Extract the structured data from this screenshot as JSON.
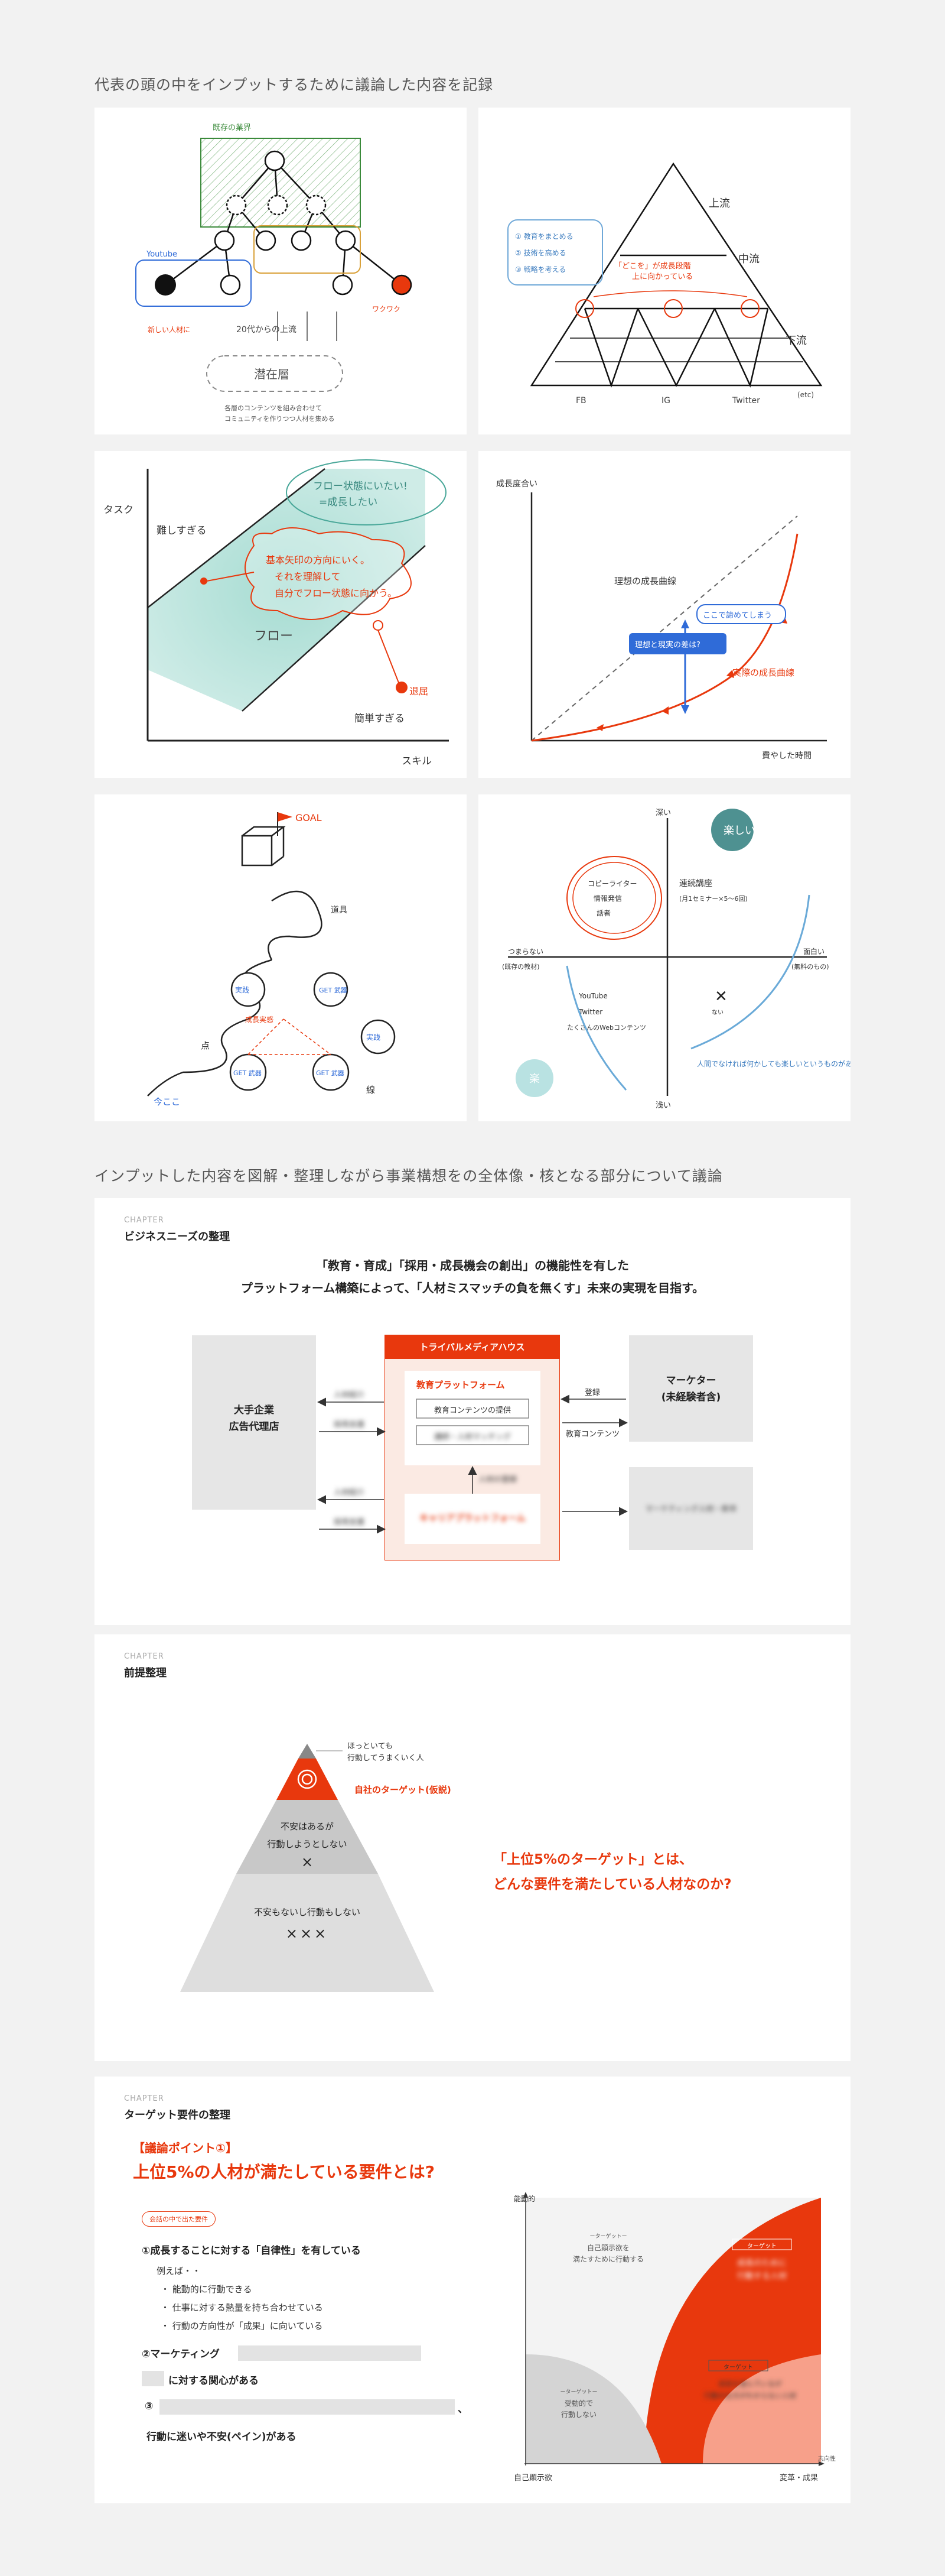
{
  "section1": {
    "title": "代表の頭の中をインプットするために議論した内容を記録"
  },
  "sketch1": {
    "box_label": "既存の業界",
    "youtube": "Youtube",
    "bottom_label": "潜在層",
    "arrow_text": "20代からの上流",
    "note_left": "新しい人材に",
    "note_right": "ワクワク",
    "caption1": "各層のコンテンツを組み合わせて",
    "caption2": "コミュニティを作りつつ人材を集める"
  },
  "sketch2": {
    "upper": "上流",
    "middle": "中流",
    "lower": "下流",
    "notes": [
      "① 教育をまとめる",
      "② 技術を高める",
      "③ 戦略を考える"
    ],
    "center": "「どこを」が成長段階",
    "center2": "上に向かっている",
    "bottom": [
      "FB",
      "IG",
      "Twitter",
      "(etc)"
    ]
  },
  "sketch3": {
    "yaxis": "タスク",
    "xaxis": "スキル",
    "hard": "難しすぎる",
    "easy": "簡単すぎる",
    "flow": "フロー",
    "bubble1": "フロー状態にいたい!",
    "bubble2": "=成長したい",
    "red1": "基本矢印の方向にいく。",
    "red2": "それを理解して",
    "red3": "自分でフロー状態に向かう。",
    "dot": "退屈"
  },
  "sketch4": {
    "yaxis": "成長度合い",
    "xaxis": "費やした時間",
    "ideal": "理想の成長曲線",
    "here": "ここで諦めてしまう",
    "gap": "理想と現実の差は?",
    "real": "実際の成長曲線"
  },
  "sketch5": {
    "goal": "GOAL",
    "tool": "道具",
    "cycles": [
      "実践",
      "GET 武器",
      "実践",
      "GET 武器",
      "GET 武器"
    ],
    "growth": "成長実感",
    "point": "点",
    "line": "線",
    "now": "今ここ"
  },
  "sketch6": {
    "top": "深い",
    "bottom": "浅い",
    "left1": "つまらない",
    "left2": "(既存の教材)",
    "right1": "面白い",
    "right2": "(無料のもの)",
    "circle": [
      "コピーライター",
      "情報発信",
      "話者"
    ],
    "upright1": "連続講座",
    "upright2": "(月1セミナー×5〜6回)",
    "leftbottom": [
      "YouTube",
      "Twitter",
      "たくさんのWebコンテンツ"
    ],
    "cross": "ない",
    "happy": "楽しい",
    "ease": "楽",
    "bottomright": "人間でなければ何かしても楽しいというものがある。"
  },
  "section2": {
    "title": "インプットした内容を図解・整理しながら事業構想をの全体像・核となる部分について議論"
  },
  "biz": {
    "chapter": "CHAPTER",
    "title": "ビジネスニーズの整理",
    "lead1": "「教育・育成」「採用・成長機会の創出」の機能性を有した",
    "lead2": "プラットフォーム構築によって、「人材ミスマッチの負を無くす」未来の実現を目指す。",
    "left_box1": "大手企業",
    "left_box2": "広告代理店",
    "center_header": "トライバルメディアハウス",
    "platform": "教育プラットフォーム",
    "content": "教育コンテンツの提供",
    "content_blur": "講師・人材マッチング",
    "lower_blur": "キャリアプラットフォーム",
    "right_box1": "マーケター",
    "right_box2": "(未経験者含)",
    "right_blur": "マーケティング人材・新卒",
    "reg": "登録",
    "content_arrow": "教育コンテンツ",
    "blur_left": [
      "人材紹介",
      "採用支援",
      "人材紹介",
      "採用支援"
    ],
    "blur_mid": "人材の登録"
  },
  "premise": {
    "chapter": "CHAPTER",
    "title": "前提整理",
    "top_note1": "ほっといても",
    "top_note2": "行動してうまくいく人",
    "target": "自社のターゲット(仮説)",
    "mid1": "不安はあるが",
    "mid2": "行動しようとしない",
    "mid_x": "×",
    "bot1": "不安もないし行動もしない",
    "bot_x": "×××",
    "question1": "「上位5%のターゲット」とは、",
    "question2": "どんな要件を満たしている人材なのか?"
  },
  "target_req": {
    "chapter": "CHAPTER",
    "title": "ターゲット要件の整理",
    "point_label": "【議論ポイント①】",
    "point_q": "上位5%の人材が満たしている要件とは?",
    "tag": "会話の中で出た要件",
    "item1": "①成長することに対する「自律性」を有している",
    "ex": "例えば・・",
    "bullets": [
      "能動的に行動できる",
      "仕事に対する熱量を持ち合わせている",
      "行動の方向性が「成果」に向いている"
    ],
    "item2a": "②マーケティング",
    "item2b": "に対する関心がある",
    "item3a": "③",
    "item3b": "、",
    "item3c": "行動に迷いや不安(ペイン)がある",
    "chart_y": "能動的",
    "chart_x_left": "自己顕示欲",
    "chart_x_right": "変革・成果",
    "chart_x_axis": "志向性",
    "q_tl_tag": "ーターゲットー",
    "q_tl1": "自己顕示欲を",
    "q_tl2": "満たすために行動する",
    "q_bl_tag": "ーターゲットー",
    "q_bl1": "受動的で",
    "q_bl2": "行動しない",
    "target_tag": "ターゲット",
    "target_blur1": "成長のために",
    "target_blur2": "行動する人材",
    "target2_tag": "ターゲット",
    "target2_blur1": "成長を望んでいるが",
    "target2_blur2": "行動の仕方がわからない人材"
  },
  "colors": {
    "accent": "#e8380d",
    "blue": "#2f6bd8",
    "teal": "#8fd0c5",
    "green": "#3a8a3a"
  }
}
